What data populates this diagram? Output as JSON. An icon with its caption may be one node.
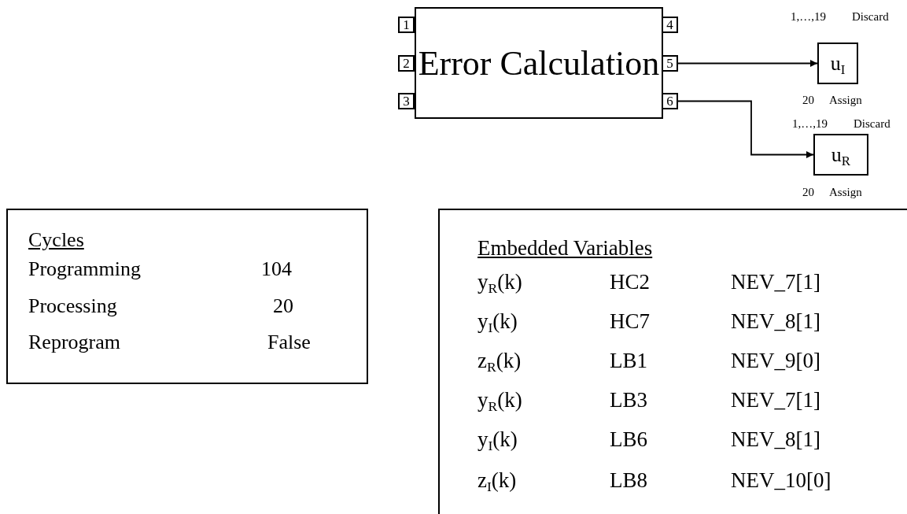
{
  "diagram": {
    "nodes": [
      {
        "text": [
          "Error Calculation"
        ]
      },
      {
        "text": [
          "1"
        ]
      },
      {
        "text": [
          "2"
        ]
      },
      {
        "text": [
          "3"
        ]
      },
      {
        "text": [
          "4"
        ]
      },
      {
        "text": [
          "5"
        ]
      },
      {
        "text": [
          "6"
        ]
      },
      {
        "text": [
          "u$_{I}$"
        ],
        "beside": [
          "1,…,19",
          "Discard",
          "20",
          "Assign"
        ]
      },
      {
        "text": [
          "u$_{R}$"
        ],
        "beside": [
          "1,…,19",
          "Discard",
          "20",
          "Assign"
        ]
      },
      {
        "text": [
          "Cycles",
          "Programming",
          "104",
          "Processing",
          "20",
          "Reprogram",
          "False"
        ]
      },
      {
        "text": [
          "Embedded Variables",
          "y$_{R}$(k)",
          "HC2",
          "NEV_7[1]",
          "y$_{I}$(k)",
          "HC7",
          "NEV_8[1]",
          "z$_{R}$(k)",
          "LB1",
          "NEV_9[0]",
          "y$_{R}$(k)",
          "LB3",
          "NEV_7[1]",
          "y$_{I}$(k)",
          "LB6",
          "NEV_8[1]",
          "z$_{I}$(k)",
          "LB8",
          "NEV_10[0]"
        ]
      }
    ],
    "edges": [
      {
        "from": 5,
        "to": 7,
        "arrow": "to"
      },
      {
        "from": 6,
        "to": 8,
        "arrow": "to"
      }
    ]
  }
}
